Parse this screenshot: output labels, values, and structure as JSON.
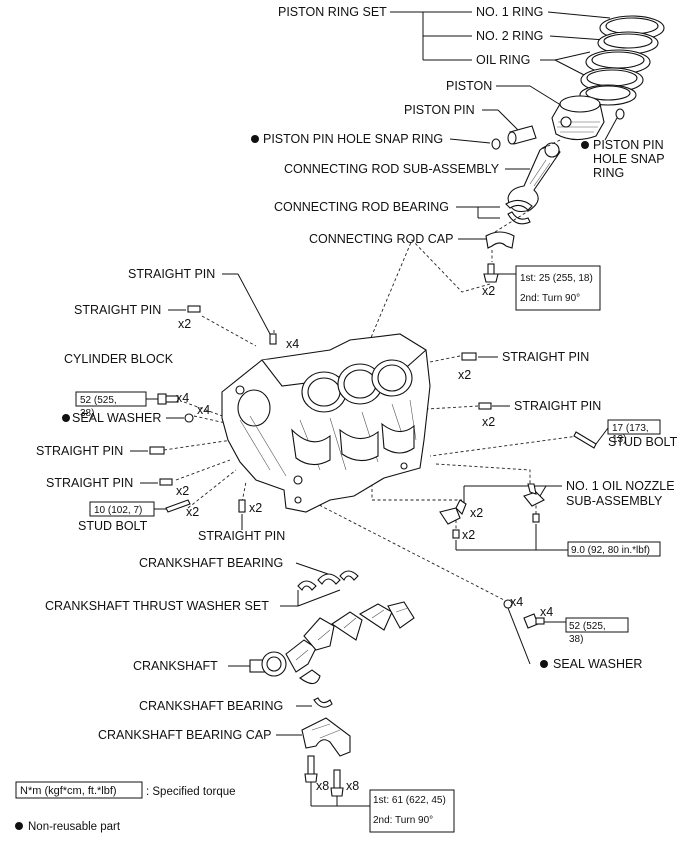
{
  "labels": {
    "piston_ring_set": "PISTON RING SET",
    "no1_ring": "NO. 1 RING",
    "no2_ring": "NO. 2 RING",
    "oil_ring": "OIL RING",
    "piston": "PISTON",
    "piston_pin": "PISTON PIN",
    "snap_ring_left": "PISTON PIN HOLE SNAP RING",
    "snap_ring_right_1": "PISTON PIN",
    "snap_ring_right_2": "HOLE SNAP",
    "snap_ring_right_3": "RING",
    "conrod_sub": "CONNECTING ROD SUB-ASSEMBLY",
    "conrod_bearing": "CONNECTING ROD BEARING",
    "conrod_cap": "CONNECTING ROD CAP",
    "straight_pin_top": "STRAIGHT PIN",
    "straight_pin_2": "STRAIGHT PIN",
    "cylinder_block": "CYLINDER BLOCK",
    "seal_washer_left": "SEAL WASHER",
    "straight_pin_left": "STRAIGHT PIN",
    "straight_pin_left2": "STRAIGHT PIN",
    "stud_bolt_left": "STUD BOLT",
    "straight_pin_bottom": "STRAIGHT PIN",
    "straight_pin_r1": "STRAIGHT PIN",
    "straight_pin_r2": "STRAIGHT PIN",
    "stud_bolt_right": "STUD BOLT",
    "oil_nozzle_1": "NO. 1 OIL NOZZLE",
    "oil_nozzle_2": "SUB-ASSEMBLY",
    "crank_bearing_top": "CRANKSHAFT BEARING",
    "thrust_washer": "CRANKSHAFT THRUST WASHER SET",
    "crankshaft": "CRANKSHAFT",
    "crank_bearing_bottom": "CRANKSHAFT BEARING",
    "crank_bearing_cap": "CRANKSHAFT BEARING CAP",
    "seal_washer_right": "SEAL WASHER"
  },
  "quantities": {
    "conrod_bolt": "x2",
    "pin_top": "x4",
    "pin_2": "x2",
    "bolt_left": "x4",
    "washer_left": "x4",
    "pin_left2": "x2",
    "stud_left": "x2",
    "pin_bottom": "x2",
    "pin_r1": "x2",
    "pin_r2": "x2",
    "nozzle_a": "x2",
    "nozzle_b": "x2",
    "washer_right": "x4",
    "bolt_right": "x4",
    "cap_bolt_a": "x8",
    "cap_bolt_b": "x8"
  },
  "torques": {
    "conrod_1": "1st: 25 (255, 18)",
    "conrod_2": "2nd: Turn 90°",
    "left_bolt_1": "52 (525,",
    "left_bolt_2": "38)",
    "stud_left": "10 (102, 7)",
    "stud_right_1": "17 (173,",
    "stud_right_2": "13)",
    "nozzle": "9.0 (92, 80 in.*lbf)",
    "right_bolt_1": "52 (525,",
    "right_bolt_2": "38)",
    "cap_1": "1st: 61 (622, 45)",
    "cap_2": "2nd: Turn 90°"
  },
  "legend": {
    "unit_box": "N*m (kgf*cm, ft.*lbf)",
    "unit_desc": ": Specified torque",
    "non_reusable": "Non-reusable part"
  }
}
